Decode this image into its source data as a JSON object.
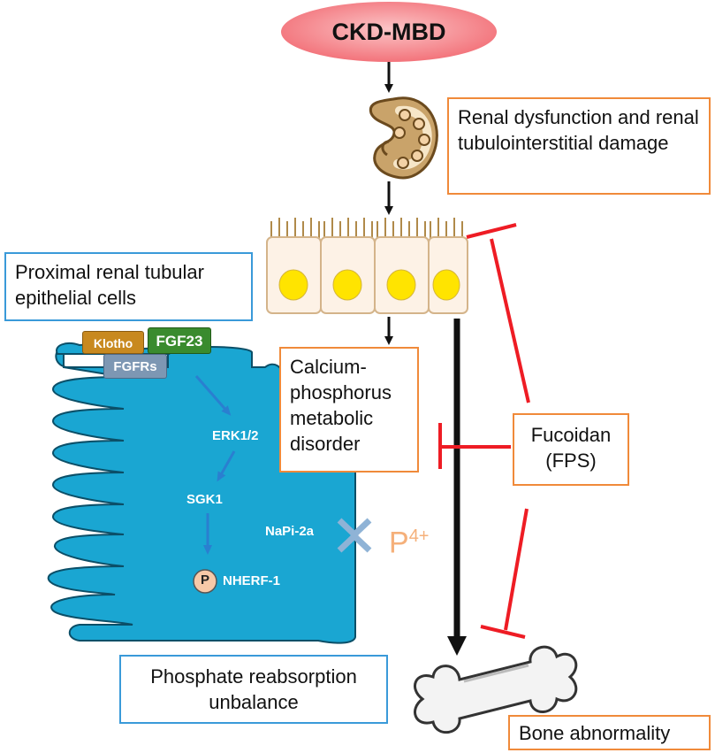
{
  "title": "CKD-MBD",
  "boxes": {
    "renal_dysfunction": "Renal dysfunction and renal tubulointerstitial damage",
    "proximal_cells": "Proximal renal tubular epithelial cells",
    "calcium_phosphorus": "Calcium-phosphorus metabolic disorder",
    "fucoidan": "Fucoidan (FPS)",
    "phosphate_reabsorption": "Phosphate reabsorption unbalance",
    "bone_abnormality": "Bone abnormality"
  },
  "pathway": {
    "klotho": "Klotho",
    "fgf23": "FGF23",
    "fgfrs": "FGFRs",
    "erk": "ERK1/2",
    "sgk1": "SGK1",
    "phospho": "P",
    "nherf": "NHERF-1",
    "napi": "NaPi-2a",
    "ion": "P",
    "ion_charge": "4+"
  },
  "colors": {
    "ellipse": "#f4777f",
    "box_orange": "#f08a3a",
    "box_blue": "#3a9ad9",
    "cell_blue": "#1aa6d2",
    "inhibit_red": "#ee1c24",
    "klotho": "#c8891f",
    "fgf23": "#3a8b2e",
    "fgfrs": "#7d97b3",
    "ion": "#f5b07a"
  }
}
